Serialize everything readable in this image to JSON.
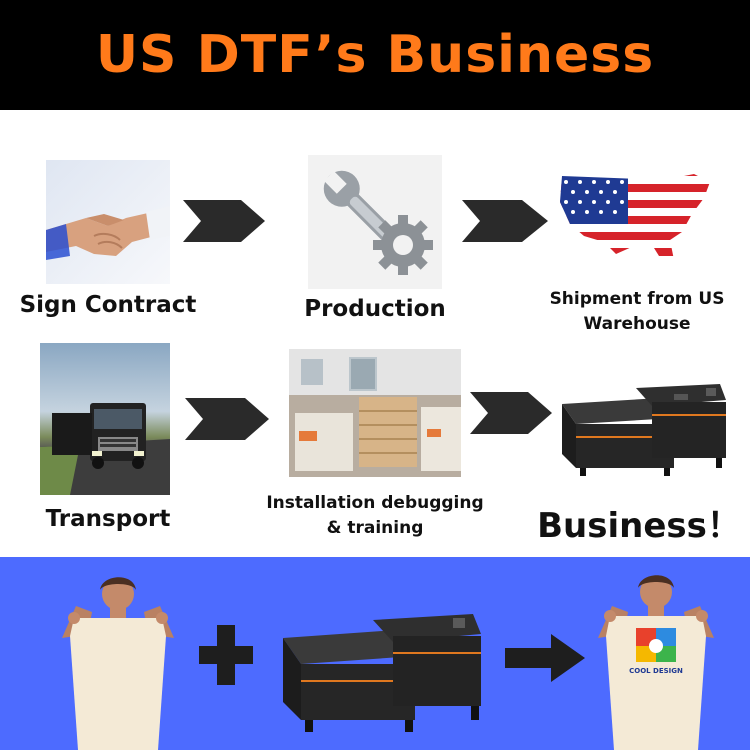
{
  "header": {
    "title": "US DTF’s Business"
  },
  "colors": {
    "title": "#ff7a1a",
    "header_bg": "#000000",
    "bottom_bg": "#4d6bff"
  },
  "steps": [
    {
      "caption": "Sign Contract",
      "image": "handshake"
    },
    {
      "caption": "Production",
      "image": "wrench-gear-icon"
    },
    {
      "caption_line1": "Shipment from US",
      "caption_line2": "Warehouse",
      "image": "us-flag-map"
    },
    {
      "caption": "Transport",
      "image": "truck"
    },
    {
      "caption_line1": "Installation debugging",
      "caption_line2": "& training",
      "image": "warehouse-crates"
    },
    {
      "caption": "Business！",
      "image": "dtf-printer"
    }
  ],
  "bottom": {
    "items": [
      "man-blank-tshirt",
      "plus-icon",
      "dtf-printer",
      "arrow-icon",
      "man-printed-tshirt"
    ],
    "shirt_text": "COOL DESIGN"
  }
}
